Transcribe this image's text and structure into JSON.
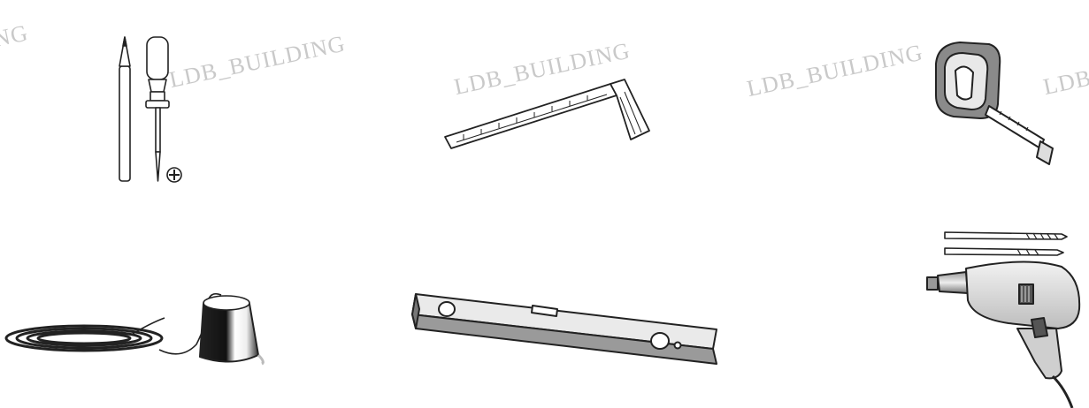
{
  "watermark": {
    "text": "LDB_BUILDING",
    "partial_left": "NG",
    "partial_right": "LDB",
    "color": "#c9c9c9"
  },
  "tools": [
    {
      "name": "pencil",
      "icon": "pencil-icon"
    },
    {
      "name": "phillips screwdriver",
      "icon": "screwdriver-icon"
    },
    {
      "name": "carpenter square",
      "icon": "carpenter-square-icon"
    },
    {
      "name": "tape measure",
      "icon": "tape-measure-icon"
    },
    {
      "name": "plumb bob with string",
      "icon": "plumb-bob-icon"
    },
    {
      "name": "spirit level",
      "icon": "spirit-level-icon"
    },
    {
      "name": "drill bits",
      "icon": "drill-bits-icon"
    },
    {
      "name": "electric drill",
      "icon": "electric-drill-icon"
    }
  ]
}
